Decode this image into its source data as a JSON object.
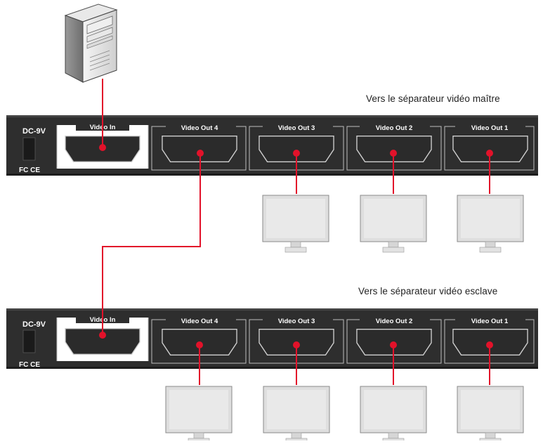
{
  "captions": {
    "master": "Vers le séparateur vidéo maître",
    "slave": "Vers le séparateur vidéo esclave"
  },
  "splitter": {
    "power_label": "DC-9V",
    "cert_label": "FC CE",
    "ports": [
      "Video In",
      "Video Out 4",
      "Video Out 3",
      "Video Out 2",
      "Video Out 1"
    ]
  },
  "colors": {
    "panel": "#2f2f2f",
    "panel_light": "#4a4a4a",
    "cable": "#e2122a",
    "monitor": "#d9d9d9",
    "monitor_screen": "#e6e6e6"
  }
}
